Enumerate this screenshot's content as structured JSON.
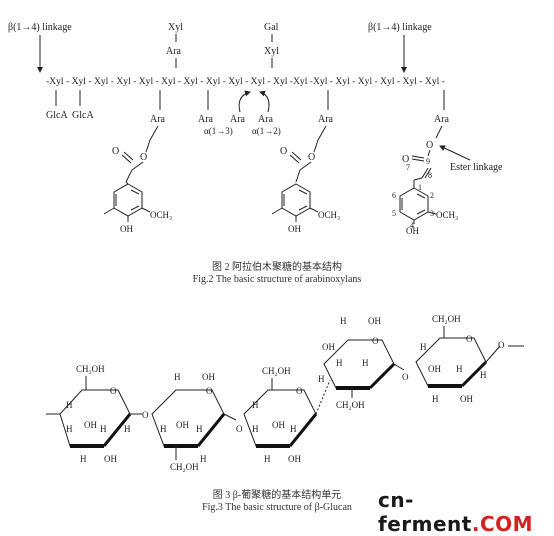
{
  "fig2": {
    "linkage_left": "β(1→4) linkage",
    "linkage_right": "β(1→4) linkage",
    "backbone": "-Xyl - Xyl - Xyl - Xyl - Xyl - Xyl - Xyl - Xyl - Xyl - Xyl - Xyl -Xyl -Xyl - Xyl - Xyl - Xyl - Xyl - Xyl -",
    "xyl": "Xyl",
    "ara": "Ara",
    "gal": "Gal",
    "glca": "GlcA",
    "alpha13": "α(1→3)",
    "alpha12": "α(1→2)",
    "ester": "Ester linkage",
    "o": "O",
    "ome": "OCH₃",
    "oh": "OH",
    "ring_numbers": [
      "1",
      "2",
      "3",
      "4",
      "5",
      "6",
      "7",
      "8",
      "9"
    ],
    "caption_cn": "图 2   阿拉伯木聚糖的基本结构",
    "caption_en": "Fig.2    The basic structure of arabinoxylans"
  },
  "fig3": {
    "ch2oh": "CH₂OH",
    "oh": "OH",
    "h": "H",
    "o": "O",
    "caption_cn": "图 3   β-葡聚糖的基本结构单元",
    "caption_en": "Fig.3    The basic structure of β-Glucan"
  },
  "watermark": {
    "part1": "cn-ferment",
    "part2": ".COM"
  }
}
